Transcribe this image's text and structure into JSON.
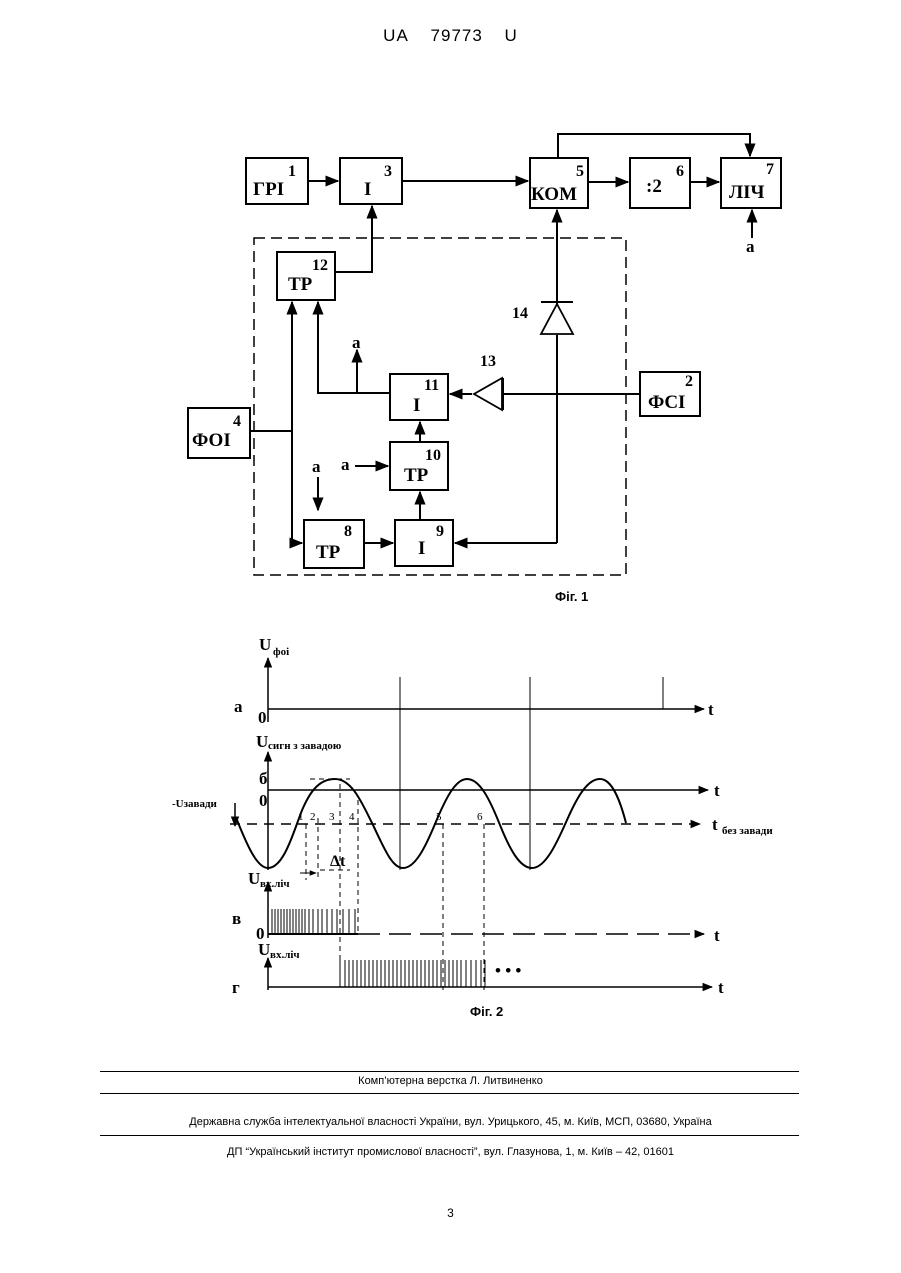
{
  "header": {
    "country": "UA",
    "number": "79773",
    "kind": "U"
  },
  "fig1": {
    "caption": "Фіг. 1",
    "blocks": {
      "b1": {
        "name": "ГРІ",
        "num": "1"
      },
      "b2": {
        "name": "ФСІ",
        "num": "2"
      },
      "b3": {
        "name": "І",
        "num": "3"
      },
      "b4": {
        "name": "ФОІ",
        "num": "4"
      },
      "b5": {
        "name": "КОМ",
        "num": "5"
      },
      "b6": {
        "name": ":2",
        "num": "6"
      },
      "b7": {
        "name": "ЛІЧ",
        "num": "7"
      },
      "b8": {
        "name": "ТР",
        "num": "8"
      },
      "b9": {
        "name": "І",
        "num": "9"
      },
      "b10": {
        "name": "ТР",
        "num": "10"
      },
      "b11": {
        "name": "І",
        "num": "11"
      },
      "b12": {
        "name": "ТР",
        "num": "12"
      }
    },
    "diode13": "13",
    "diode14": "14",
    "input_a": "а"
  },
  "fig2": {
    "caption": "Фіг. 2",
    "row_a": {
      "letter": "а",
      "ylabel_main": "U",
      "ylabel_sub": "фоі",
      "zero": "0",
      "t": "t"
    },
    "row_b": {
      "letter": "б",
      "ylabel_main": "U",
      "ylabel_sub": "сигн з завадою",
      "zero": "0",
      "t": "t",
      "noise_label": "-Uзавади",
      "t2_main": "t",
      "t2_sub": "без завади",
      "marks": [
        "1",
        "2",
        "3",
        "4",
        "5",
        "6"
      ],
      "delta": "Δt"
    },
    "row_v": {
      "letter": "в",
      "ylabel_main": "U",
      "ylabel_sub": "вх.ліч",
      "zero": "0",
      "t": "t"
    },
    "row_g": {
      "letter": "г",
      "ylabel_main": "U",
      "ylabel_sub": "вх.ліч",
      "t": "t",
      "ellipsis": "• • •"
    }
  },
  "footer": {
    "line1": "Комп’ютерна верстка Л. Литвиненко",
    "line2": "Державна служба інтелектуальної власності України, вул. Урицького, 45, м. Київ, МСП, 03680, Україна",
    "line3": "ДП “Український інститут промислової власності”, вул. Глазунова, 1, м. Київ – 42, 01601",
    "page": "3"
  }
}
